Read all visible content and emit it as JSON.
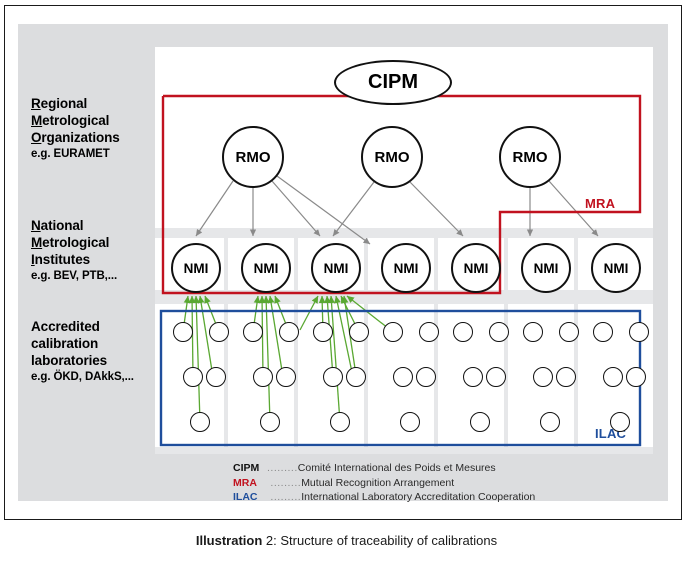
{
  "caption": {
    "prefix": "Illustration",
    "rest": " 2: Structure of traceability of calibrations"
  },
  "colors": {
    "mra_red": "#c1121f",
    "ilac_blue": "#1f4e9c",
    "arrow_grey": "#8a8a8a",
    "arrow_green": "#5aa832",
    "panel_grey": "#dcdddf",
    "gutter_grey": "#e6e7e9",
    "node_stroke": "#111111"
  },
  "side_labels": [
    {
      "id": "regional-metrological-organizations",
      "line1_initial": "R",
      "line1_rest": "egional",
      "line2_initial": "M",
      "line2_rest": "etrological",
      "line3_initial": "O",
      "line3_rest": "rganizations",
      "example": "e.g. EURAMET",
      "underlined": true
    },
    {
      "id": "national-metrological-institutes",
      "line1_initial": "N",
      "line1_rest": "ational",
      "line2_initial": "M",
      "line2_rest": "etrological",
      "line3_initial": "I",
      "line3_rest": "nstitutes",
      "example": "e.g. BEV, PTB,...",
      "underlined": true
    },
    {
      "id": "accredited-calibration-laboratories",
      "line1_initial": "A",
      "line1_rest": "ccredited",
      "line2_initial": "c",
      "line2_rest": "alibration",
      "line3_initial": "l",
      "line3_rest": "aboratories",
      "example": "e.g. ÖKD, DAkkS,...",
      "underlined": false
    }
  ],
  "nodes": {
    "cipm_label": "CIPM",
    "rmo_label": "RMO",
    "nmi_label": "NMI",
    "rmo_count": 3,
    "nmi_count": 7,
    "lab_columns": 7,
    "lab_rows_per_column": [
      2,
      2,
      1
    ]
  },
  "boxes": {
    "mra_label": "MRA",
    "ilac_label": "ILAC"
  },
  "legend": [
    {
      "abbr": "CIPM",
      "dots": ".........",
      "expl": "Comité International des Poids et Mesures",
      "color_key": "cipm"
    },
    {
      "abbr": "MRA",
      "dots": " .........",
      "expl": "Mutual Recognition Arrangement",
      "color_key": "mra"
    },
    {
      "abbr": "ILAC",
      "dots": " .........",
      "expl": "International Laboratory Accreditation Cooperation",
      "color_key": "ilac"
    }
  ],
  "chart_data": {
    "type": "diagram",
    "title": "Structure of traceability of calibrations",
    "tiers": [
      {
        "name": "CIPM",
        "count": 1
      },
      {
        "name": "RMO",
        "count": 3
      },
      {
        "name": "NMI",
        "count": 7
      },
      {
        "name": "Accredited calibration laboratories",
        "count": 35
      }
    ],
    "edges_rmo_to_nmi": [
      {
        "from": 1,
        "to": [
          1,
          2,
          3,
          4
        ]
      },
      {
        "from": 2,
        "to": [
          3,
          4,
          5
        ]
      },
      {
        "from": 3,
        "to": [
          6,
          7
        ]
      }
    ],
    "mra_covers": {
      "rmo": [
        1,
        2,
        3
      ],
      "nmi": [
        1,
        2,
        3,
        4,
        5
      ]
    },
    "ilac_covers": {
      "lab_columns": [
        1,
        2,
        3,
        4,
        5,
        6,
        7
      ]
    }
  }
}
